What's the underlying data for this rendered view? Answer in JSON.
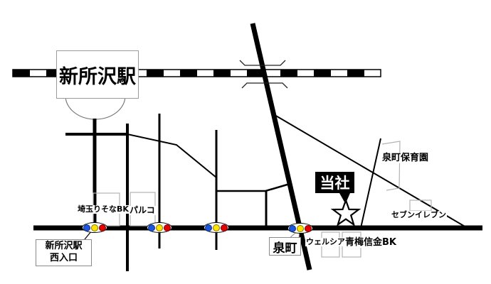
{
  "map_title": "access-map",
  "station": {
    "name": "新所沢駅"
  },
  "entrance_callout": {
    "line1": "新所沢駅",
    "line2": "西入口"
  },
  "company": {
    "label": "当社"
  },
  "landmarks": {
    "resona_bank": "埼玉りそなBK",
    "parco": "パルコ",
    "izumicho": "泉町",
    "welcia": "ウェルシア",
    "ome_shinkin_bank": "青梅信金BK",
    "seven_eleven": "セブンイレブン",
    "izumicho_nursery": "泉町保育園"
  },
  "signals": {
    "count": 4,
    "colors": {
      "blue": "#1a56e0",
      "yellow": "#ffe400",
      "red": "#e60000"
    }
  },
  "map_colors": {
    "road": "#000000",
    "building_outline": "#b3b3b3",
    "label_border": "#8a8a8a"
  }
}
